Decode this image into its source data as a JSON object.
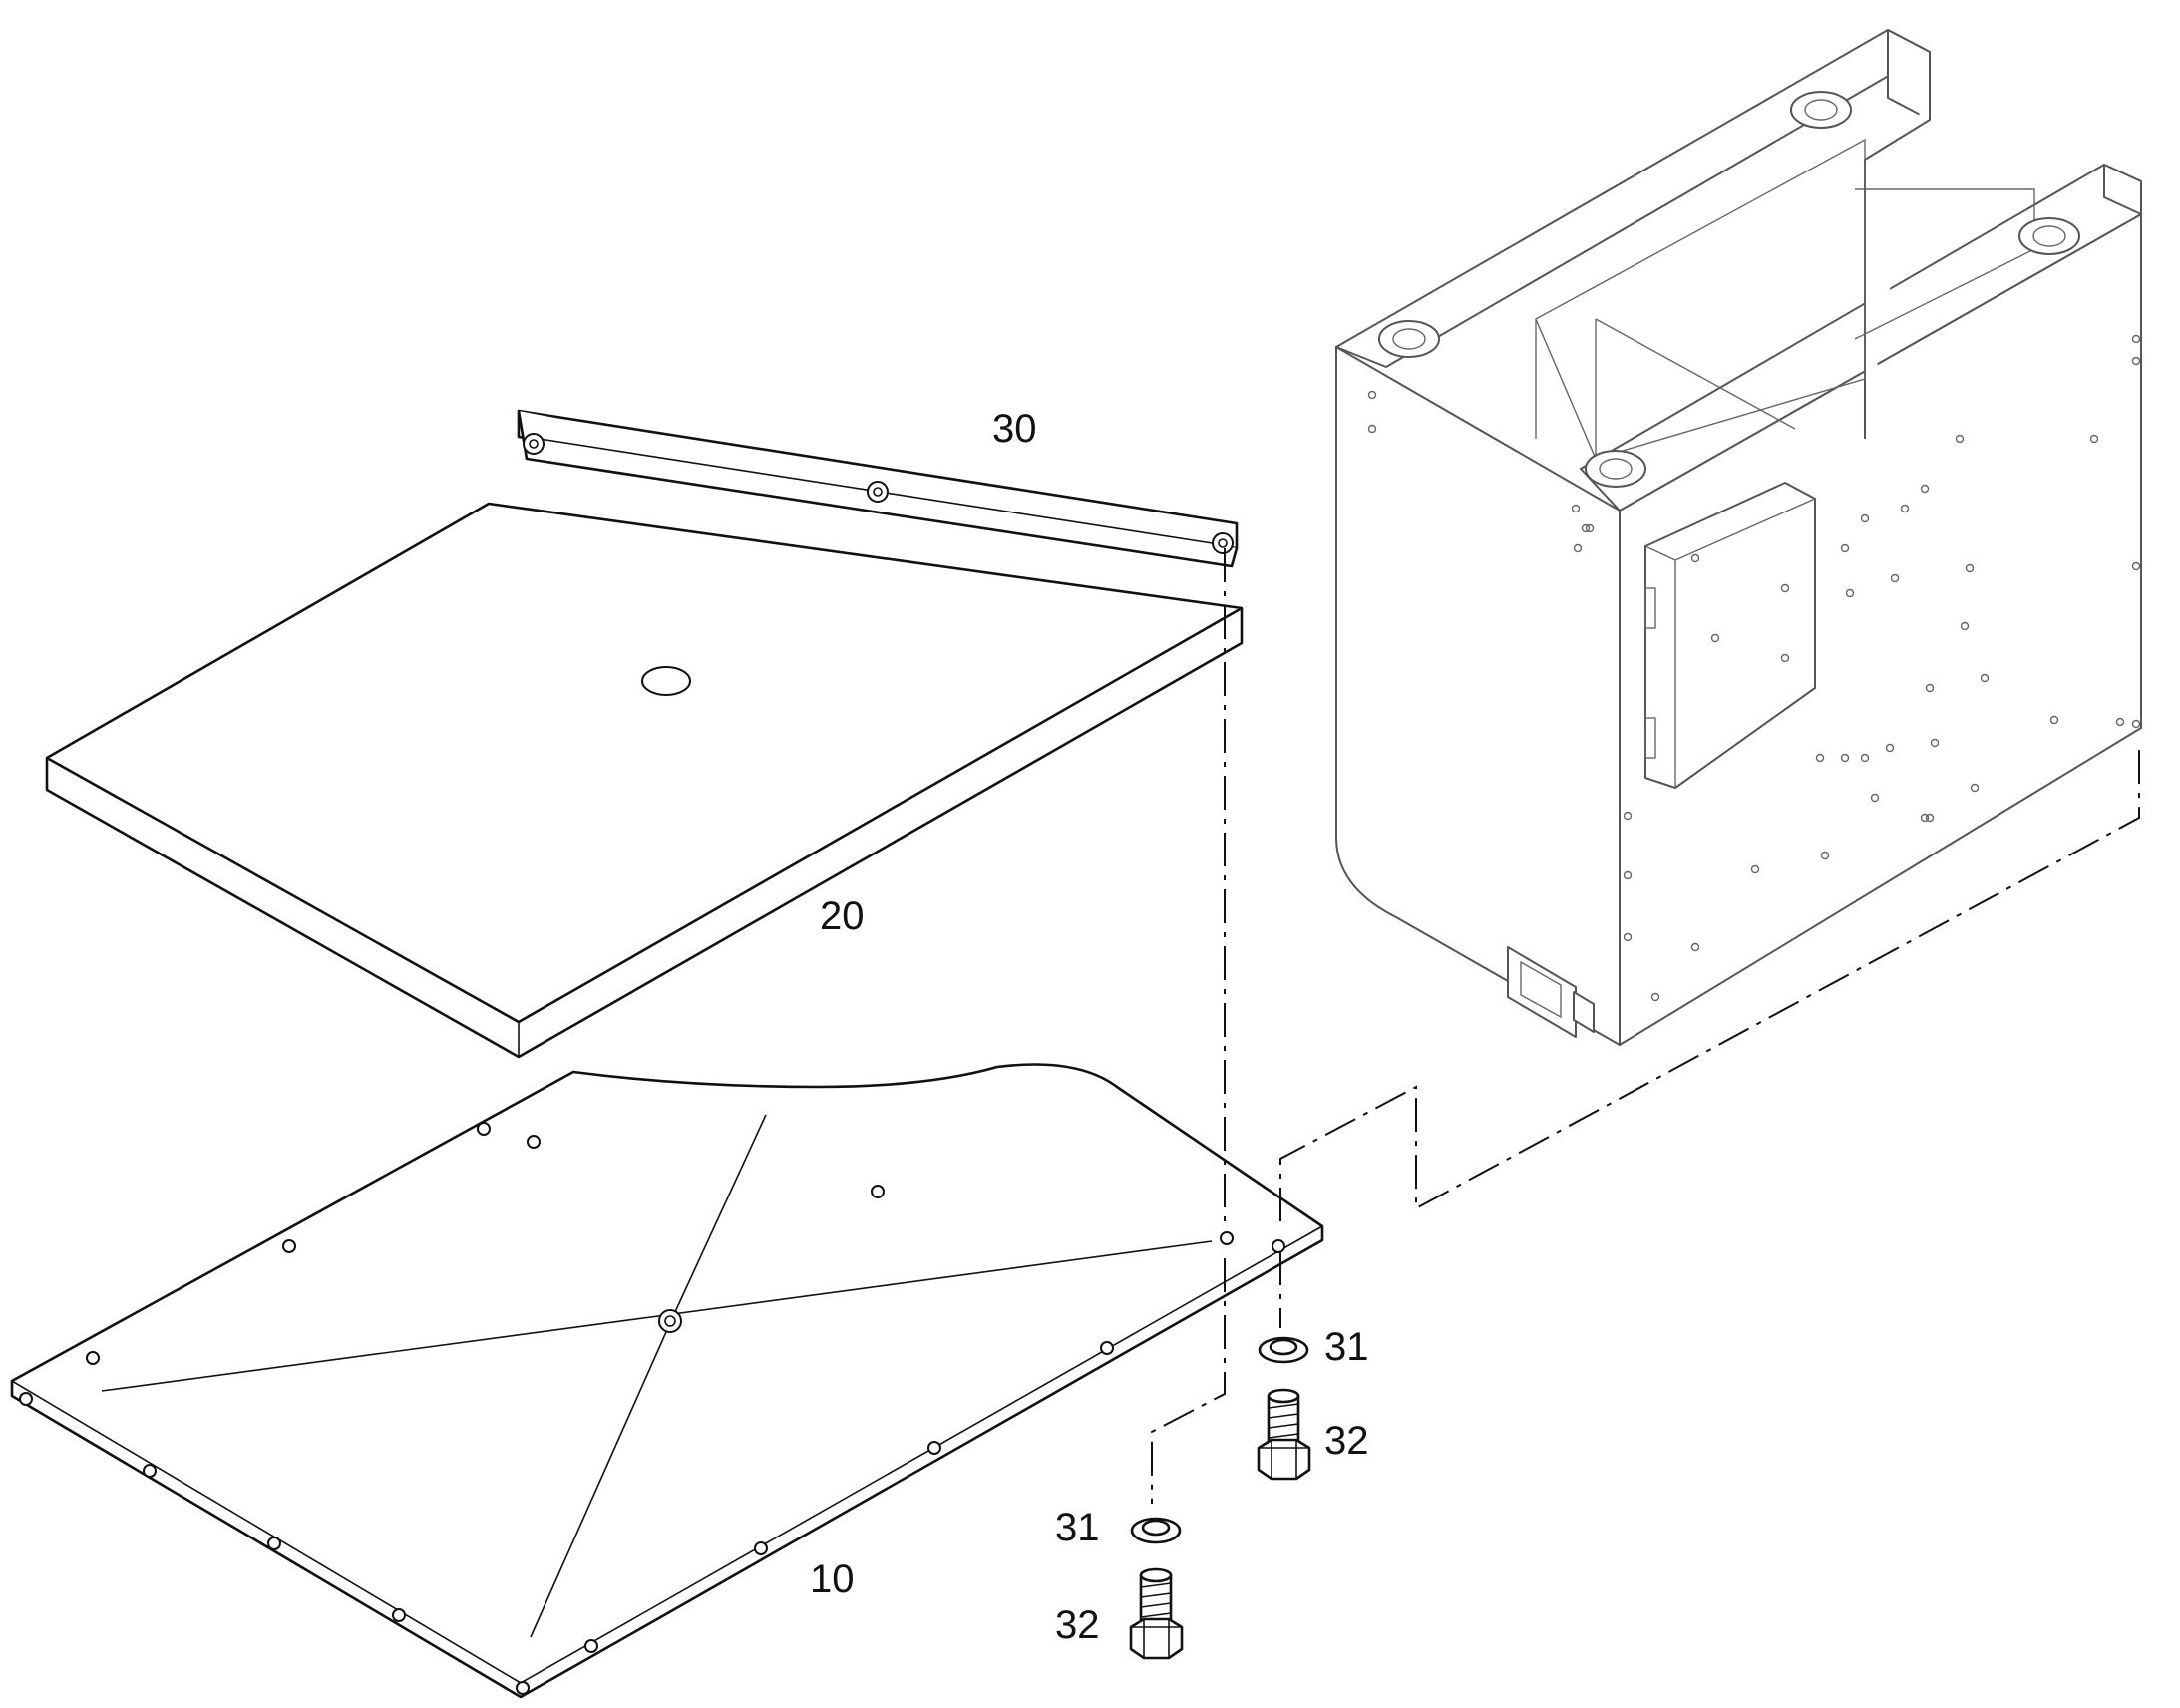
{
  "diagram": {
    "type": "exploded-parts-drawing",
    "colors": {
      "line": "#111111",
      "cabinet_line": "#555555",
      "background": "#ffffff"
    },
    "callouts": [
      {
        "id": "c30",
        "label": "30"
      },
      {
        "id": "c20",
        "label": "20"
      },
      {
        "id": "c31a",
        "label": "31"
      },
      {
        "id": "c32a",
        "label": "32"
      },
      {
        "id": "c31b",
        "label": "31"
      },
      {
        "id": "c32b",
        "label": "32"
      },
      {
        "id": "c10",
        "label": "10"
      }
    ]
  }
}
